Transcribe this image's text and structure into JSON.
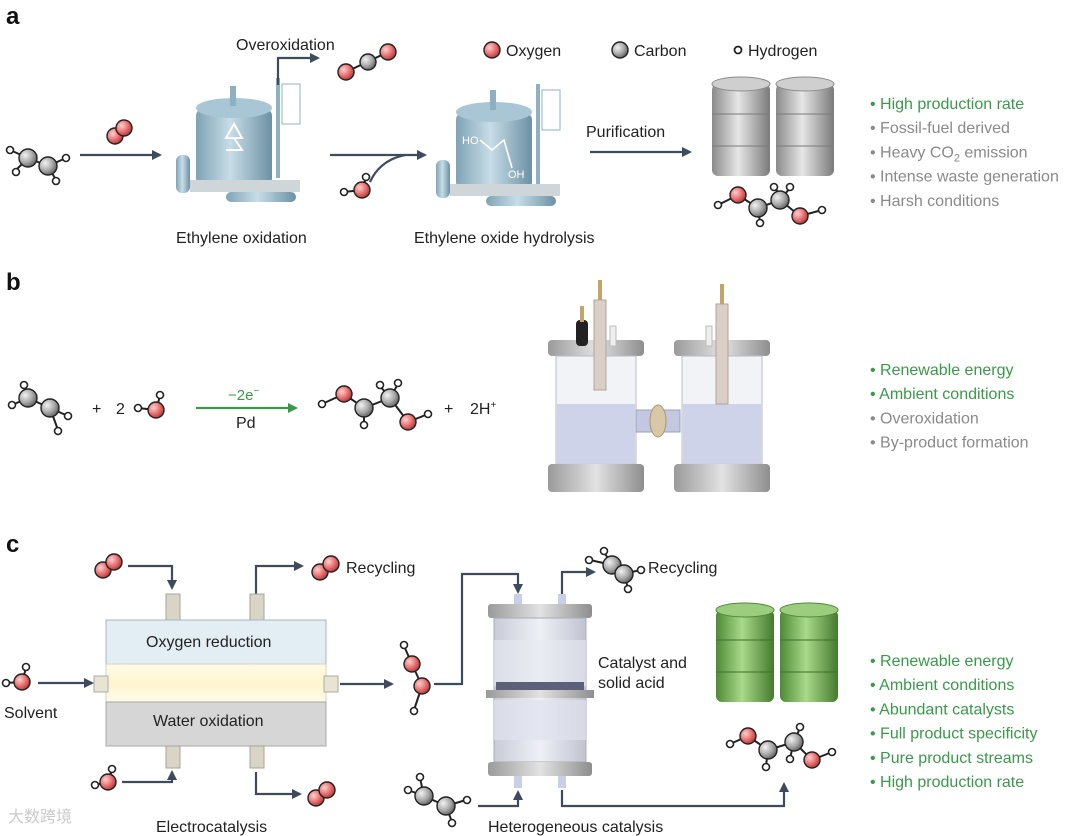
{
  "panels": {
    "a": {
      "letter": "a",
      "overoxidation": "Overoxidation",
      "legend": {
        "oxygen": "Oxygen",
        "carbon": "Carbon",
        "hydrogen": "Hydrogen"
      },
      "purification": "Purification",
      "step1": "Ethylene oxidation",
      "step2": "Ethylene oxide hydrolysis",
      "reactor2_ho": "HO",
      "reactor2_oh": "OH",
      "bullets": [
        {
          "text": "• High production rate",
          "color": "green"
        },
        {
          "text": "• Fossil-fuel derived",
          "color": "grey"
        },
        {
          "text": "• Heavy CO",
          "sub": "2",
          "tail": " emission",
          "color": "grey"
        },
        {
          "text": "• Intense waste generation",
          "color": "grey"
        },
        {
          "text": "• Harsh conditions",
          "color": "grey"
        }
      ]
    },
    "b": {
      "letter": "b",
      "plus1": "+",
      "coef": "2",
      "arrow_top": "−2e",
      "arrow_top_sup": "−",
      "arrow_bottom": "Pd",
      "plus2": "+",
      "proton": "2H",
      "proton_sup": "+",
      "bullets": [
        {
          "text": "• Renewable energy",
          "color": "green"
        },
        {
          "text": "• Ambient conditions",
          "color": "green"
        },
        {
          "text": "• Overoxidation",
          "color": "grey"
        },
        {
          "text": "• By-product formation",
          "color": "grey"
        }
      ]
    },
    "c": {
      "letter": "c",
      "recycling1": "Recycling",
      "recycling2": "Recycling",
      "oxygen_reduction": "Oxygen reduction",
      "water_oxidation": "Water oxidation",
      "solvent": "Solvent",
      "catalyst_line1": "Catalyst and",
      "catalyst_line2": "solid acid",
      "electrocatalysis": "Electrocatalysis",
      "heterogeneous": "Heterogeneous catalysis",
      "bullets": [
        {
          "text": "• Renewable energy",
          "color": "green"
        },
        {
          "text": "• Ambient conditions",
          "color": "green"
        },
        {
          "text": "• Abundant catalysts",
          "color": "green"
        },
        {
          "text": "• Full product specificity",
          "color": "green"
        },
        {
          "text": "• Pure product streams",
          "color": "green"
        },
        {
          "text": "• High production rate",
          "color": "green"
        }
      ]
    }
  },
  "watermark": "大数跨境",
  "colors": {
    "oxygen": "#e86a6a",
    "carbon": "#9a9a9a",
    "hydrogen": "#ffffff",
    "arrow": "#3d4b5c",
    "green_text": "#3a9a4a",
    "grey_text": "#8a8a8a",
    "green_barrel": "#6aa64a",
    "grey_barrel": "#a8a8a8"
  }
}
